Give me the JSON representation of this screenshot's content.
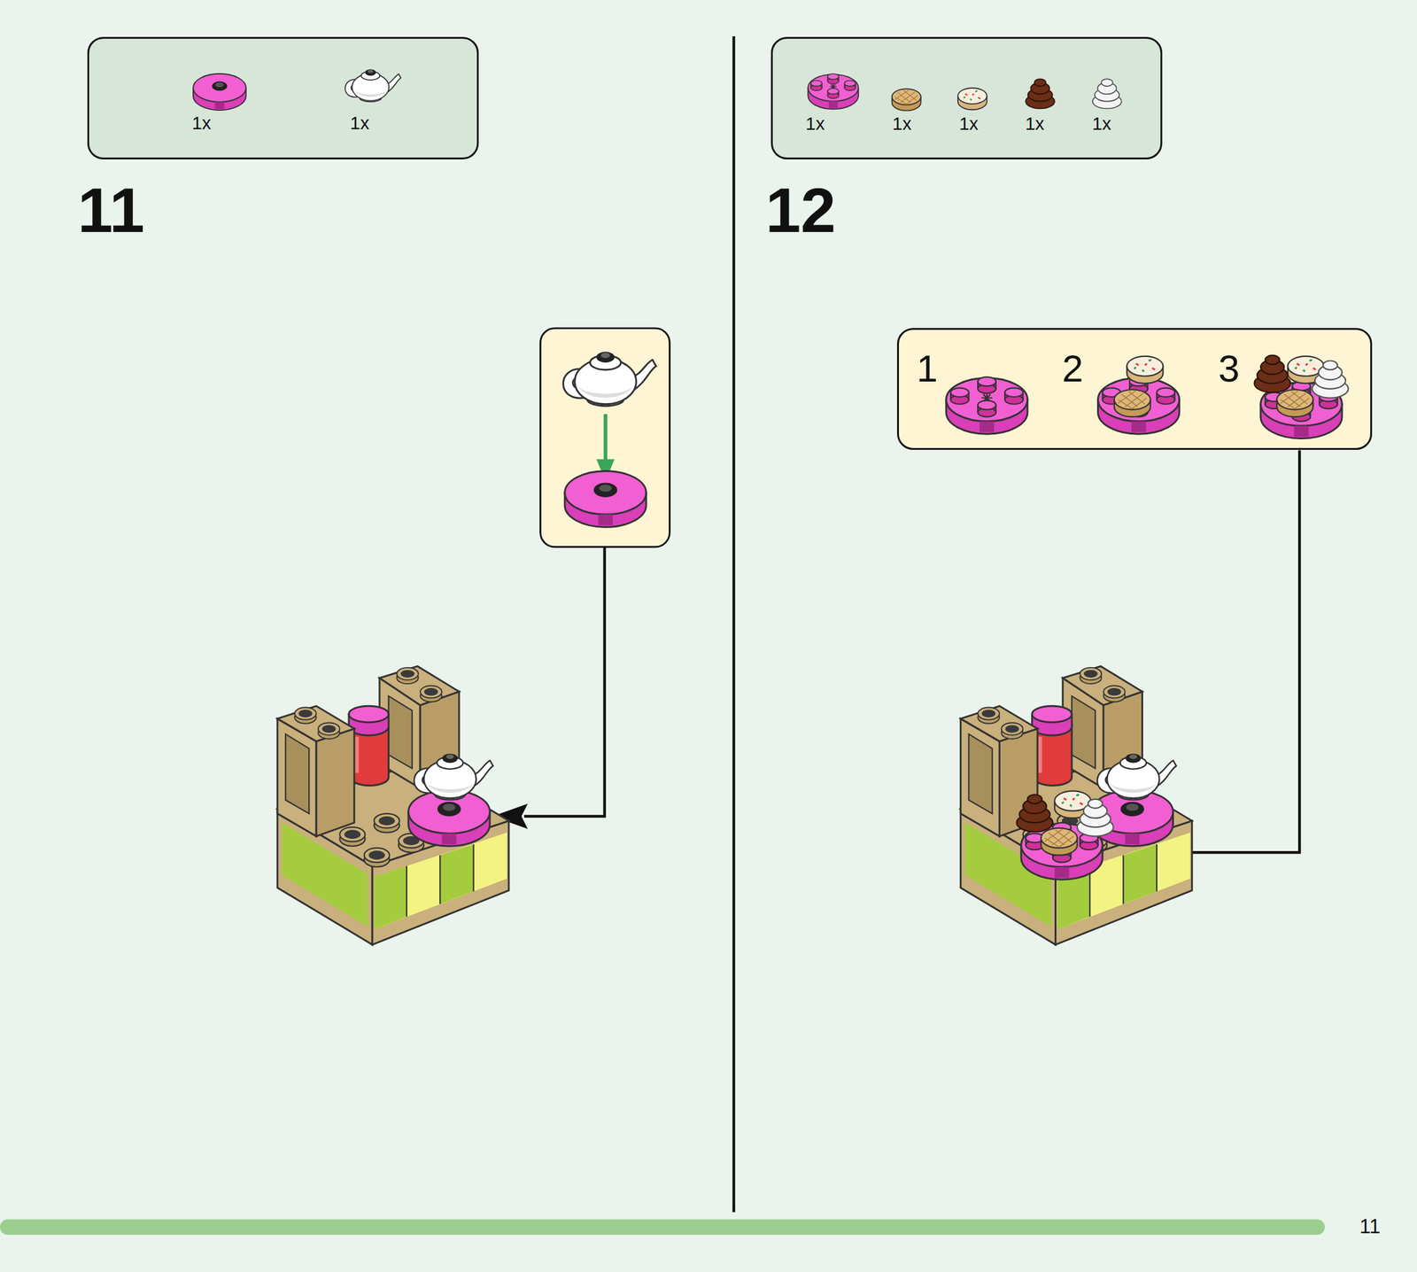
{
  "diagram": {
    "nodes": [
      {
        "text": [
          "1x",
          "1x"
        ]
      },
      {
        "text": [
          "1x",
          "1x",
          "1x",
          "1x",
          "1x"
        ]
      },
      {
        "text": [
          "1",
          "2",
          "3"
        ]
      }
    ],
    "labels": [
      "11",
      "12",
      "11"
    ]
  }
}
